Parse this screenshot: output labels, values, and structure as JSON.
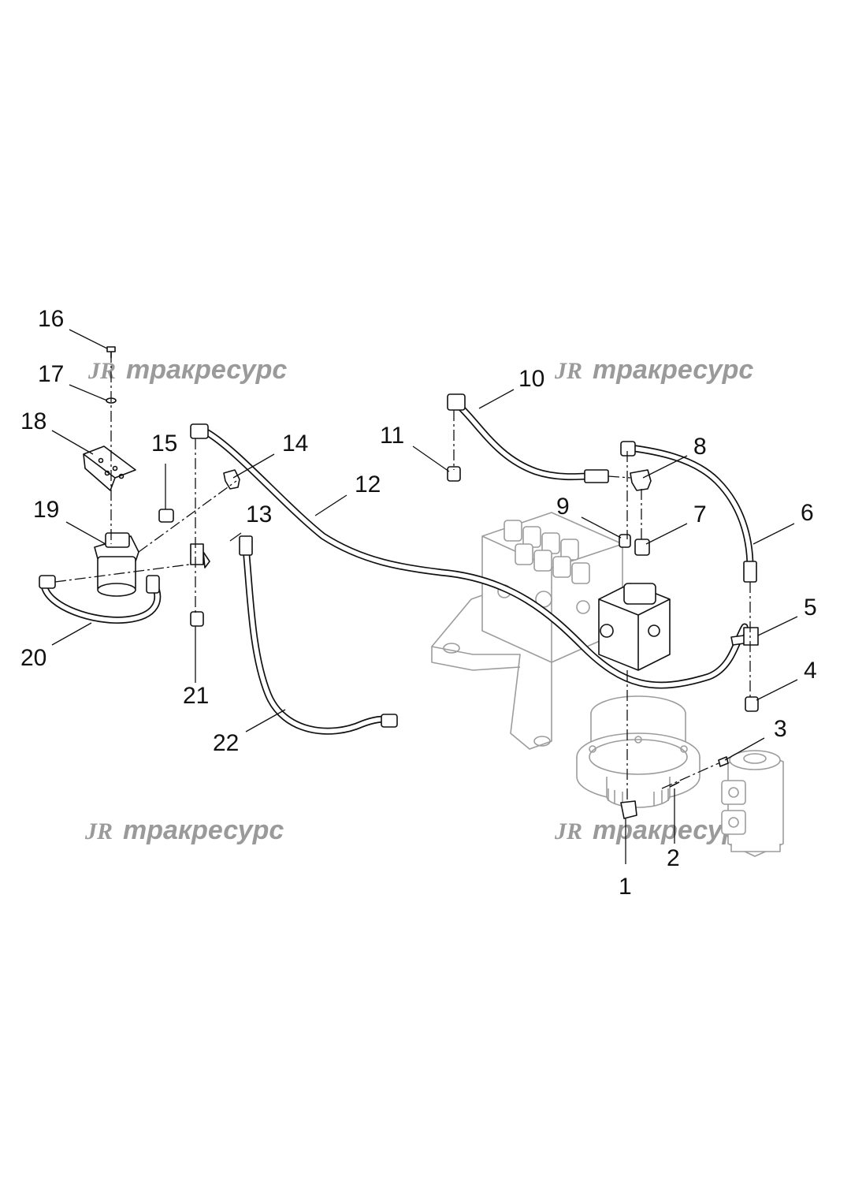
{
  "watermark": {
    "logo": "JR",
    "text": "тракресурс",
    "color": "#9a9a9a"
  },
  "callouts": [
    {
      "id": "1",
      "label": "1"
    },
    {
      "id": "2",
      "label": "2"
    },
    {
      "id": "3",
      "label": "3"
    },
    {
      "id": "4",
      "label": "4"
    },
    {
      "id": "5",
      "label": "5"
    },
    {
      "id": "6",
      "label": "6"
    },
    {
      "id": "7",
      "label": "7"
    },
    {
      "id": "8",
      "label": "8"
    },
    {
      "id": "9",
      "label": "9"
    },
    {
      "id": "10",
      "label": "10"
    },
    {
      "id": "11",
      "label": "11"
    },
    {
      "id": "12",
      "label": "12"
    },
    {
      "id": "13",
      "label": "13"
    },
    {
      "id": "14",
      "label": "14"
    },
    {
      "id": "15",
      "label": "15"
    },
    {
      "id": "16",
      "label": "16"
    },
    {
      "id": "17",
      "label": "17"
    },
    {
      "id": "18",
      "label": "18"
    },
    {
      "id": "19",
      "label": "19"
    },
    {
      "id": "20",
      "label": "20"
    },
    {
      "id": "21",
      "label": "21"
    },
    {
      "id": "22",
      "label": "22"
    }
  ],
  "colors": {
    "line": "#111111",
    "assembly_grey": "#9c9c9c",
    "background": "#ffffff"
  }
}
